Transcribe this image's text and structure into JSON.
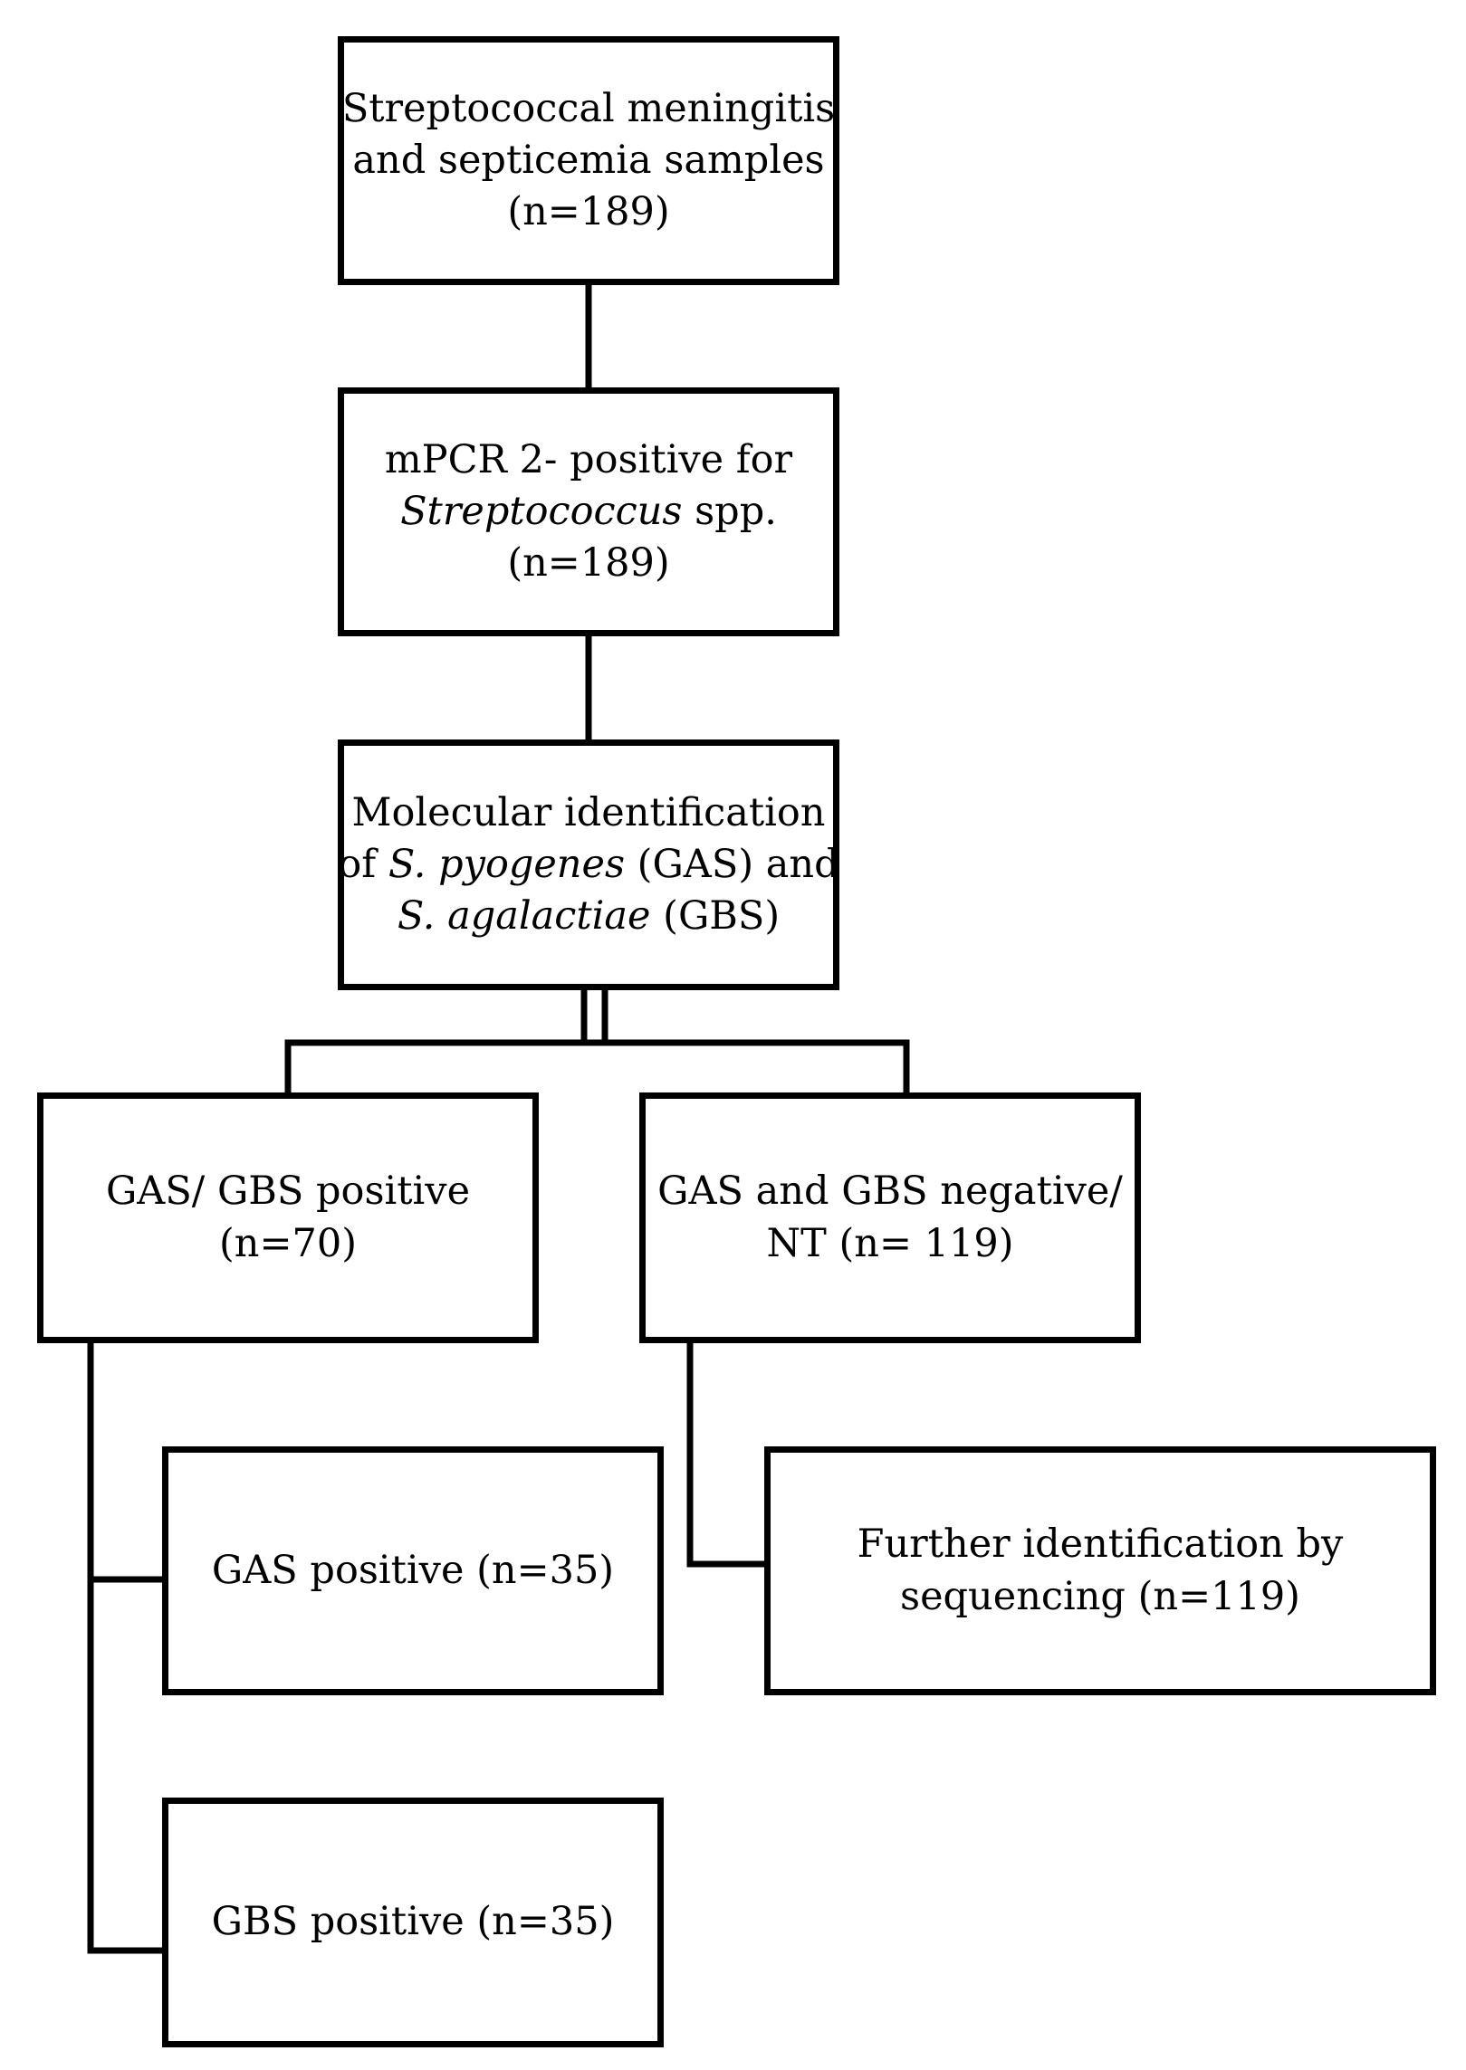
{
  "boxes": {
    "samples": {
      "lines": [
        "Streptococcal meningitis",
        "and septicemia samples",
        "(n=189)"
      ]
    },
    "mpcr": {
      "line1": "mPCR 2- positive for",
      "line2_italic": "Streptococcus",
      "line2_rest": " spp.",
      "line3": "(n=189)"
    },
    "molecular": {
      "line1": "Molecular identification",
      "line2_pre": "of ",
      "line2_italic": "S. pyogenes",
      "line2_post": " (GAS) and",
      "line3_italic": "S. agalactiae",
      "line3_post": " (GBS)"
    },
    "positive": {
      "lines": [
        "GAS/ GBS positive",
        "(n=70)"
      ]
    },
    "negative": {
      "lines": [
        "GAS and GBS negative/",
        "NT (n= 119)"
      ]
    },
    "gas": {
      "lines": [
        "GAS positive (n=35)"
      ]
    },
    "sequencing": {
      "lines": [
        "Further identification by",
        "sequencing (n=119)"
      ]
    },
    "gbs": {
      "lines": [
        "GBS positive (n=35)"
      ]
    }
  }
}
